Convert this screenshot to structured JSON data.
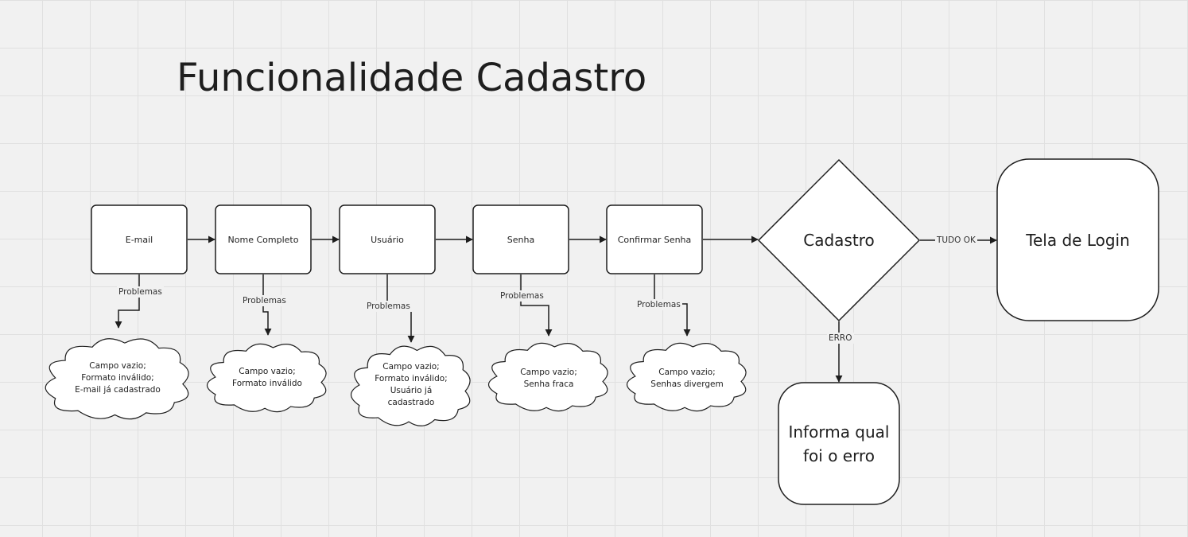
{
  "title": "Funcionalidade Cadastro",
  "steps": [
    {
      "label": "E-mail",
      "problem_label": "Problemas",
      "problems": "Campo vazio;\nFormato inválido;\nE-mail já cadastrado"
    },
    {
      "label": "Nome Completo",
      "problem_label": "Problemas",
      "problems": "Campo vazio;\nFormato inválido"
    },
    {
      "label": "Usuário",
      "problem_label": "Problemas",
      "problems": "Campo vazio;\nFormato inválido;\nUsuário já\ncadastrado"
    },
    {
      "label": "Senha",
      "problem_label": "Problemas",
      "problems": "Campo vazio;\nSenha fraca"
    },
    {
      "label": "Confirmar Senha",
      "problem_label": "Problemas",
      "problems": "Campo vazio;\nSenhas divergem"
    }
  ],
  "decision": {
    "label": "Cadastro"
  },
  "success": {
    "edge_label": "TUDO OK",
    "label": "Tela de Login"
  },
  "error": {
    "edge_label": "ERRO",
    "label": "Informa qual foi o erro"
  },
  "colors": {
    "background": "#f1f1f1",
    "grid": "#e0e0e0",
    "stroke": "#1e1e1e",
    "fill": "#ffffff"
  }
}
